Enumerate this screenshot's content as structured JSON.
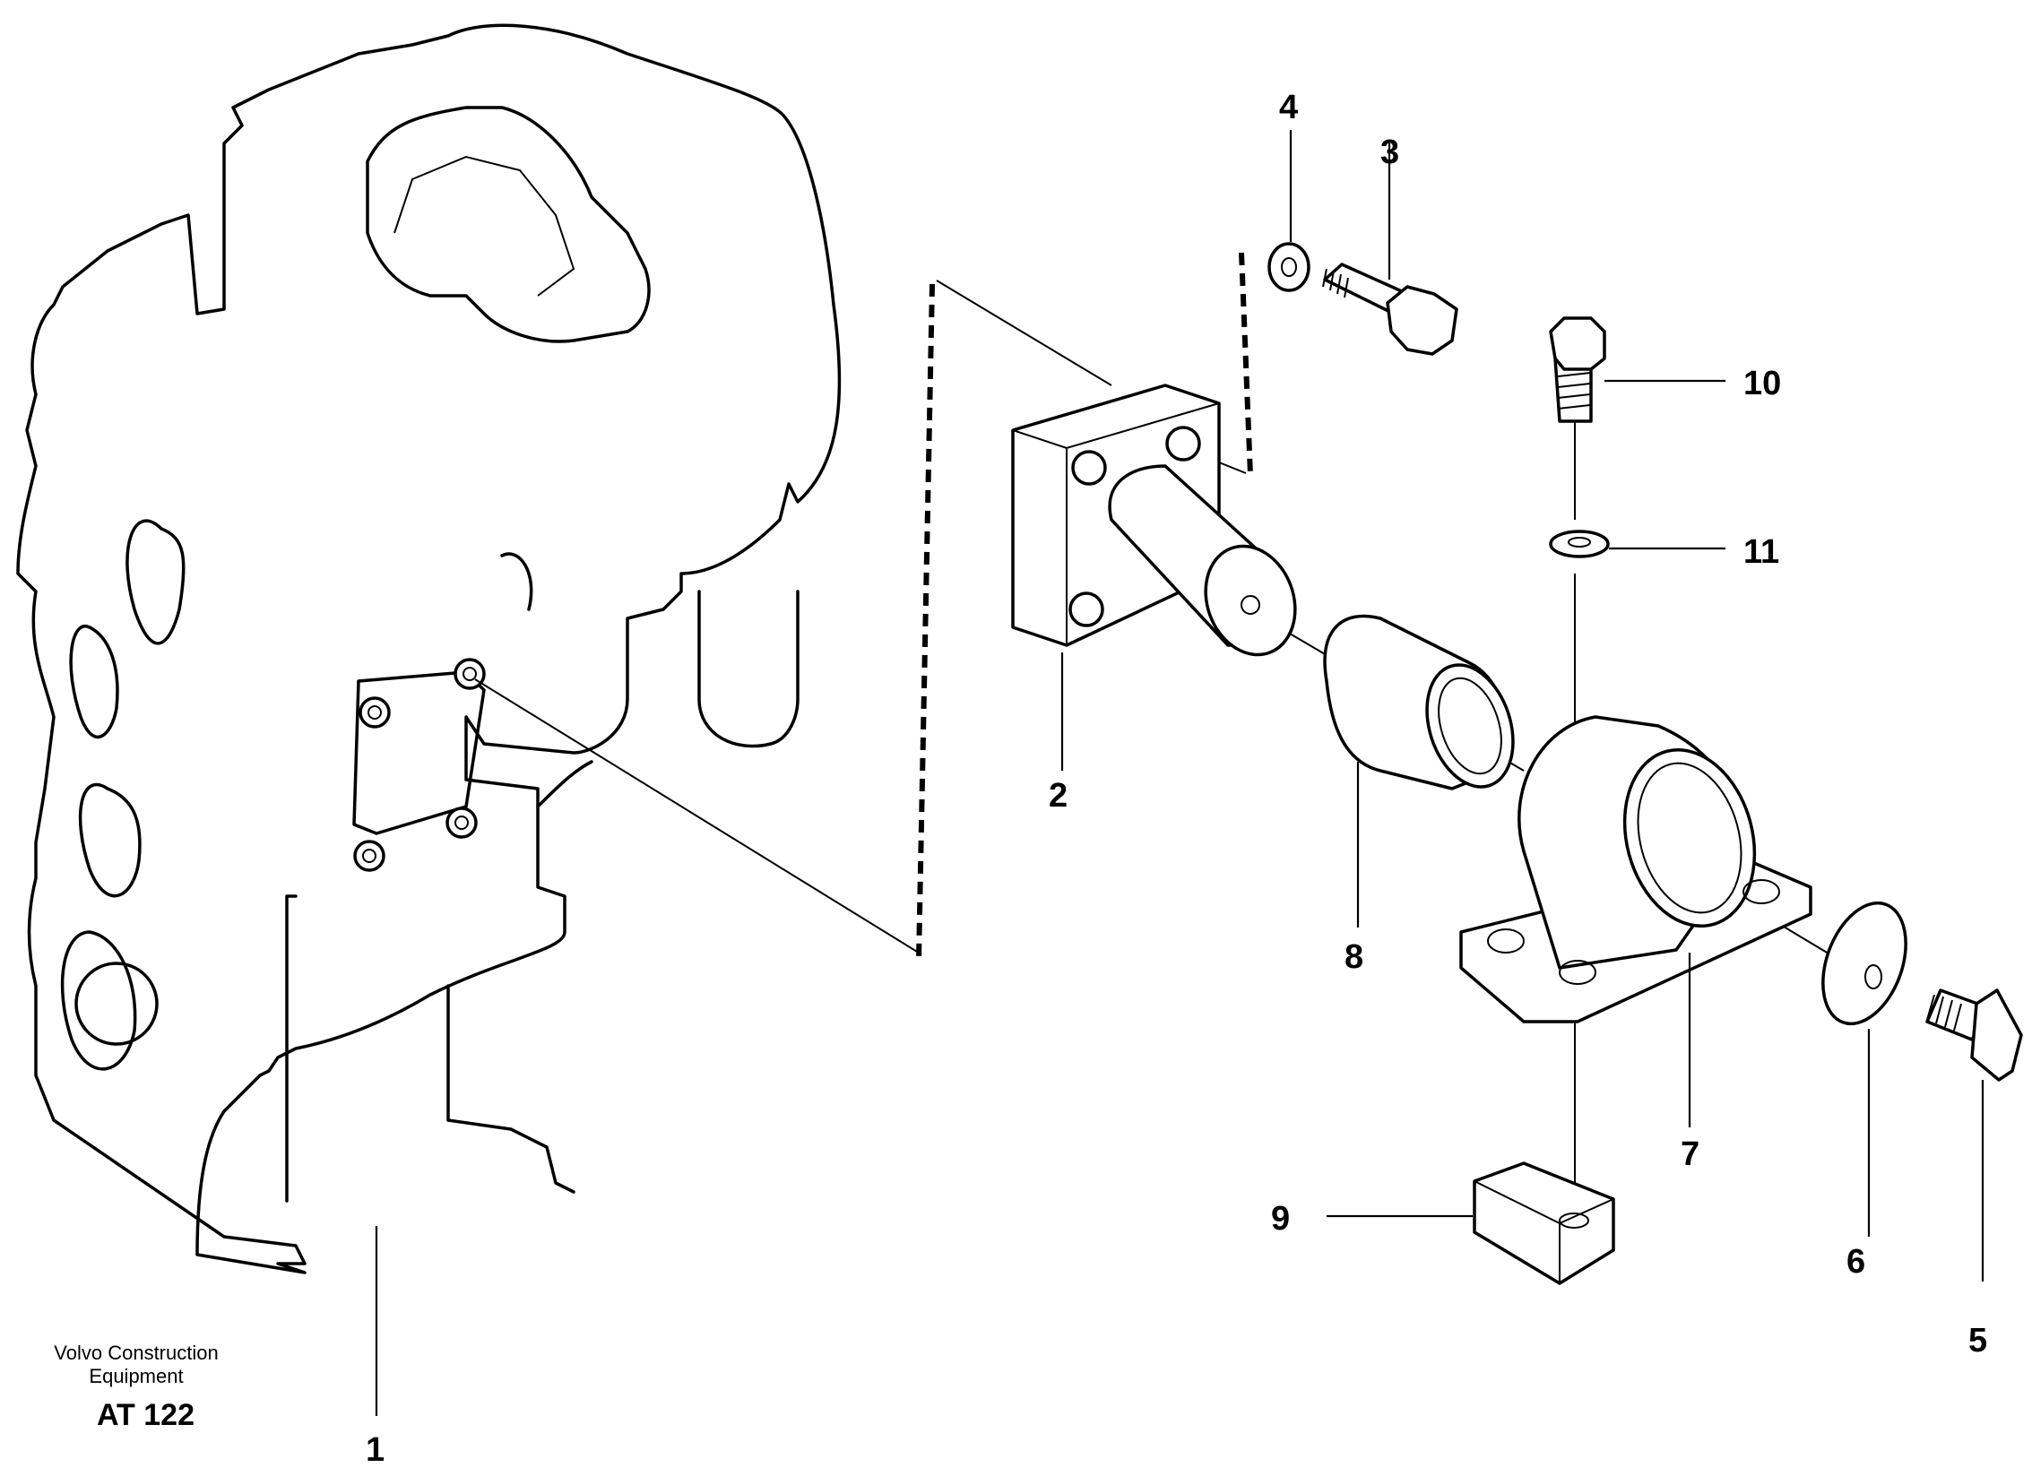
{
  "callouts": {
    "c1": "1",
    "c2": "2",
    "c3": "3",
    "c4": "4",
    "c5": "5",
    "c6": "6",
    "c7": "7",
    "c8": "8",
    "c9": "9",
    "c10": "10",
    "c11": "11"
  },
  "credit": {
    "line1": "Volvo Construction",
    "line2": "Equipment",
    "code": "AT 122"
  }
}
